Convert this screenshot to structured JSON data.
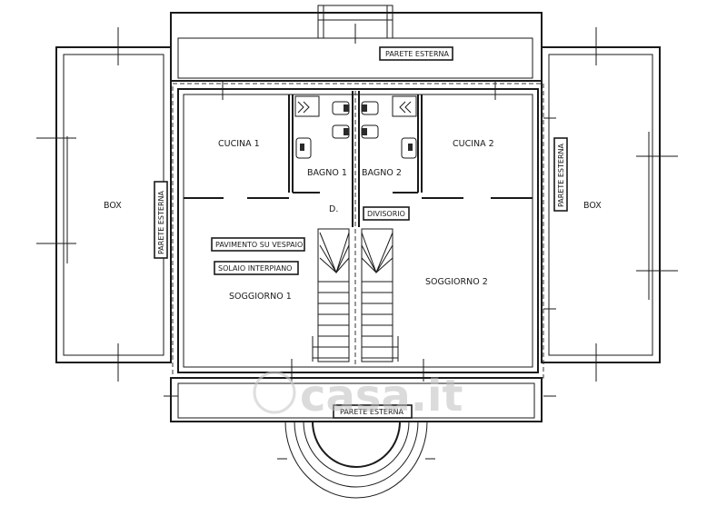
{
  "plan": {
    "rooms": {
      "box_left": "BOX",
      "box_right": "BOX",
      "kitchen_1": "CUCINA 1",
      "kitchen_2": "CUCINA 2",
      "bath_1": "BAGNO 1",
      "bath_2": "BAGNO 2",
      "living_1": "SOGGIORNO 1",
      "living_2": "SOGGIORNO 2",
      "hall": "D."
    },
    "tags": {
      "external_wall_top": "PARETE ESTERNA",
      "external_wall_bottom": "PARETE ESTERNA",
      "external_wall_left": "PARETE ESTERNA",
      "external_wall_right": "PARETE ESTERNA",
      "partition": "DIVISORIO",
      "floor": "PAVIMENTO SU VESPAIO",
      "slab": "SOLAIO INTERPIANO"
    },
    "watermark": "casa.it"
  }
}
